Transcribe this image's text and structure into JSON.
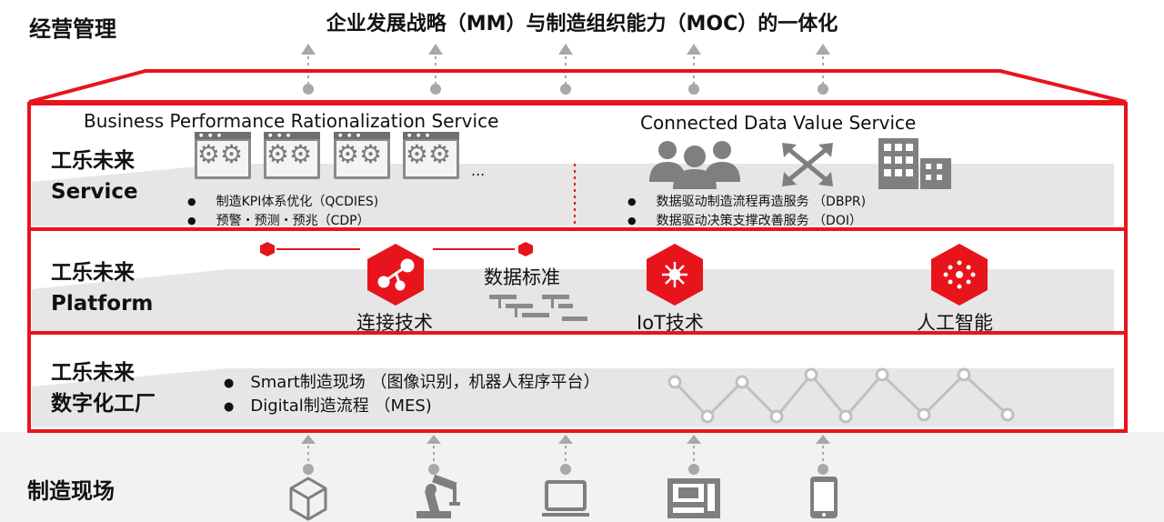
{
  "header": {
    "left_label": "经营管理",
    "title": "企业发展战略（MM）与制造组织能力（MOC）的一体化"
  },
  "service": {
    "label_line1": "工乐未来",
    "label_line2": "Service",
    "brp_title": "Business Performance Rationalization Service",
    "ellipsis": "...",
    "brp_bullets": [
      "制造KPI体系优化（QCDIES)",
      "预警・预测・预兆（CDP）"
    ],
    "cdv_title": "Connected  Data Value Service",
    "cdv_bullets": [
      "数据驱动制造流程再造服务 （DBPR)",
      "数据驱动决策支撑改善服务 （DOI）"
    ]
  },
  "platform": {
    "label_line1": "工乐未来",
    "label_line2": "Platform",
    "items": [
      "连接技术",
      "数据标准",
      "IoT技术",
      "人工智能"
    ]
  },
  "factory": {
    "label_line1": "工乐未来",
    "label_line2": "数字化工厂",
    "bullets": [
      "Smart制造现场 （图像识别，机器人程序平台）",
      "Digital制造流程 （MES)"
    ]
  },
  "footer": {
    "left_label": "制造现场",
    "icons": [
      "cube-icon",
      "robot-arm-icon",
      "monitor-icon",
      "cnc-machine-icon",
      "tablet-icon"
    ]
  },
  "colors": {
    "accent": "#e8141c",
    "band": "#e4e4e4",
    "icon_grey": "#7f7f7f"
  }
}
